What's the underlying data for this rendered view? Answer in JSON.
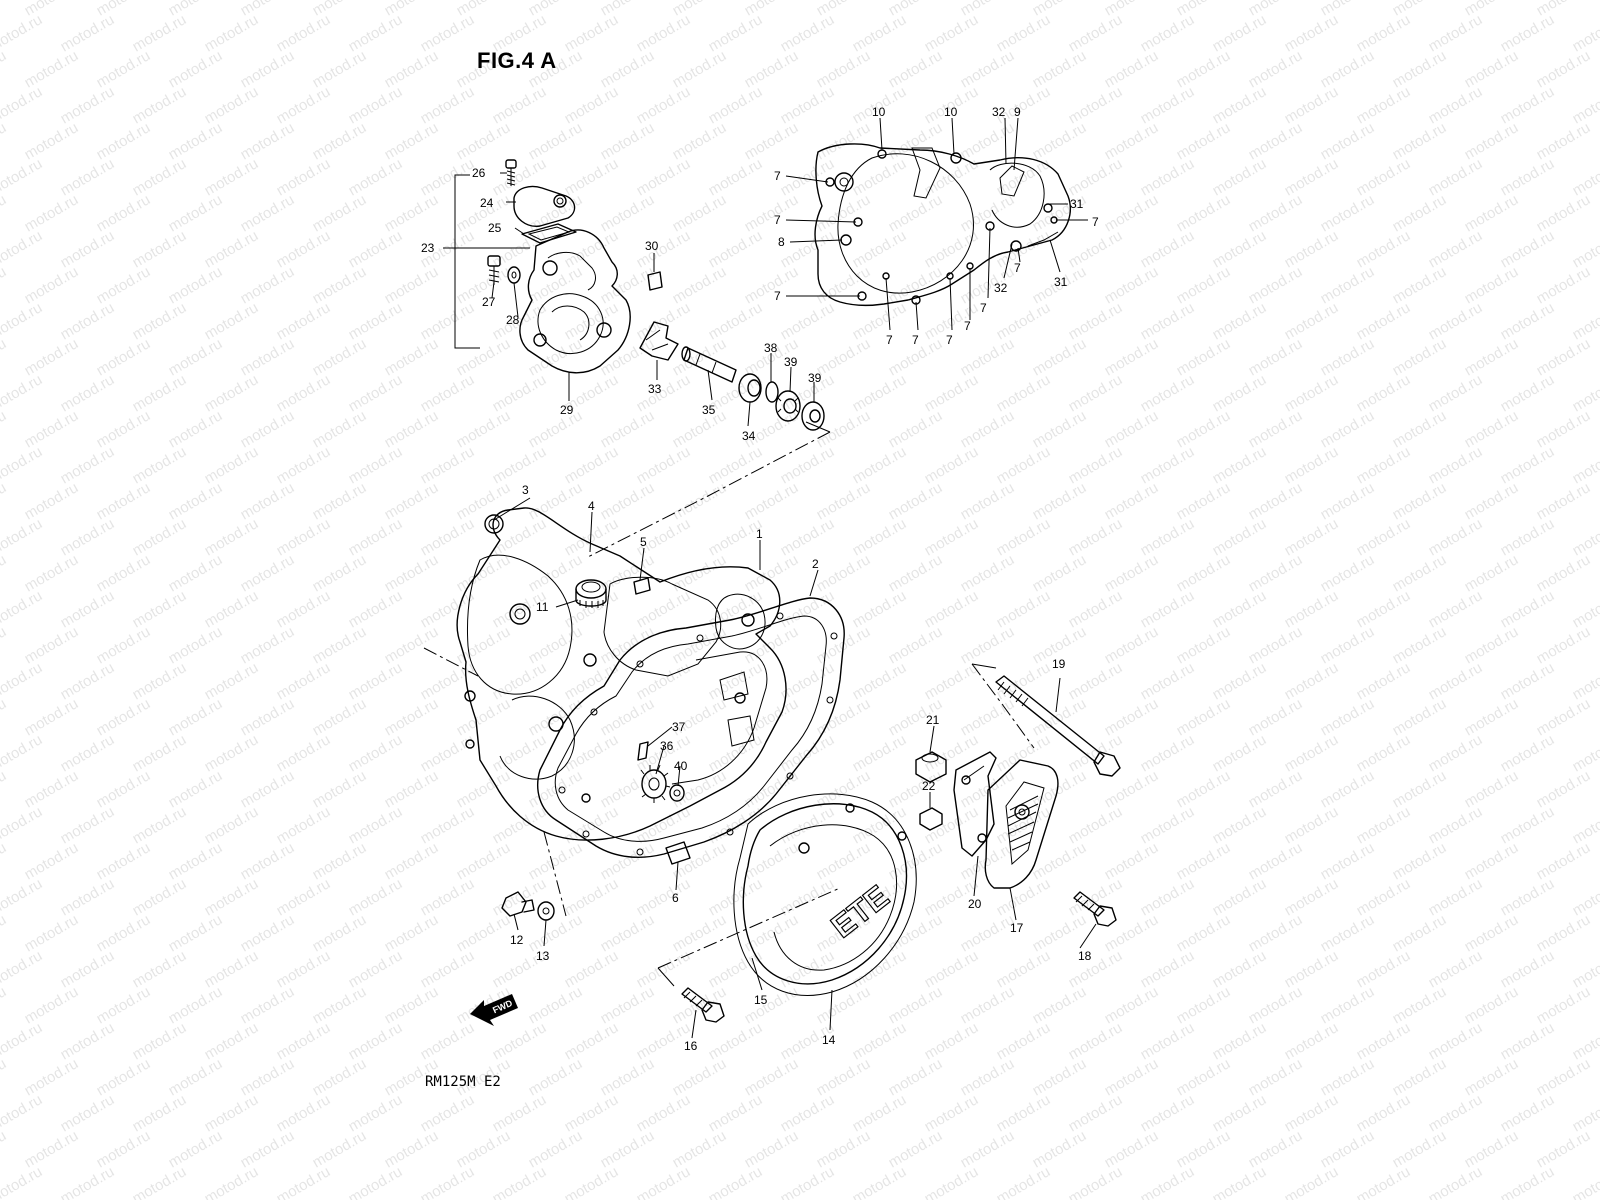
{
  "figure_title": "FIG.4 A",
  "model_code": "RM125M E2",
  "watermark": "motod.ru",
  "fwd_badge": "FWD",
  "callouts": {
    "p1": "1",
    "p2": "2",
    "p3": "3",
    "p4": "4",
    "p5": "5",
    "p6": "6",
    "p7": "7",
    "p8": "8",
    "p9": "9",
    "p10": "10",
    "p11": "11",
    "p12": "12",
    "p13": "13",
    "p14": "14",
    "p15": "15",
    "p16": "16",
    "p17": "17",
    "p18": "18",
    "p19": "19",
    "p20": "20",
    "p21": "21",
    "p22": "22",
    "p23": "23",
    "p24": "24",
    "p25": "25",
    "p26": "26",
    "p27": "27",
    "p28": "28",
    "p29": "29",
    "p30": "30",
    "p31": "31",
    "p32": "32",
    "p33": "33",
    "p34": "34",
    "p35": "35",
    "p36": "36",
    "p37": "37",
    "p38": "38",
    "p39": "39",
    "p40": "40"
  }
}
